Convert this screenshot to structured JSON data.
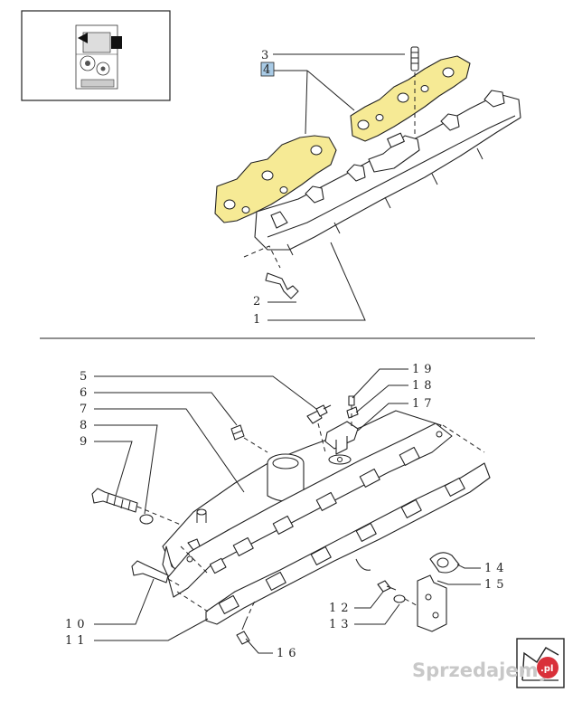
{
  "callouts": {
    "c1": "1",
    "c2": "2",
    "c3": "3",
    "c4": "4",
    "c5": "5",
    "c6": "6",
    "c7": "7",
    "c8": "8",
    "c9": "9",
    "c10": "10",
    "c11": "11",
    "c12": "12",
    "c13": "13",
    "c14": "14",
    "c15": "15",
    "c16": "16",
    "c17": "17",
    "c18": "18",
    "c19": "19"
  },
  "highlighted_callout": "4",
  "colors": {
    "gasket": "#f6ea95",
    "highlight_box": "#a9cbe6",
    "line": "#222222"
  },
  "icons": {
    "locator": "engine-locator-icon",
    "next_page": "next-page-icon"
  },
  "watermark": {
    "brand": "Sprzedajemy",
    "badge": ".pl"
  }
}
